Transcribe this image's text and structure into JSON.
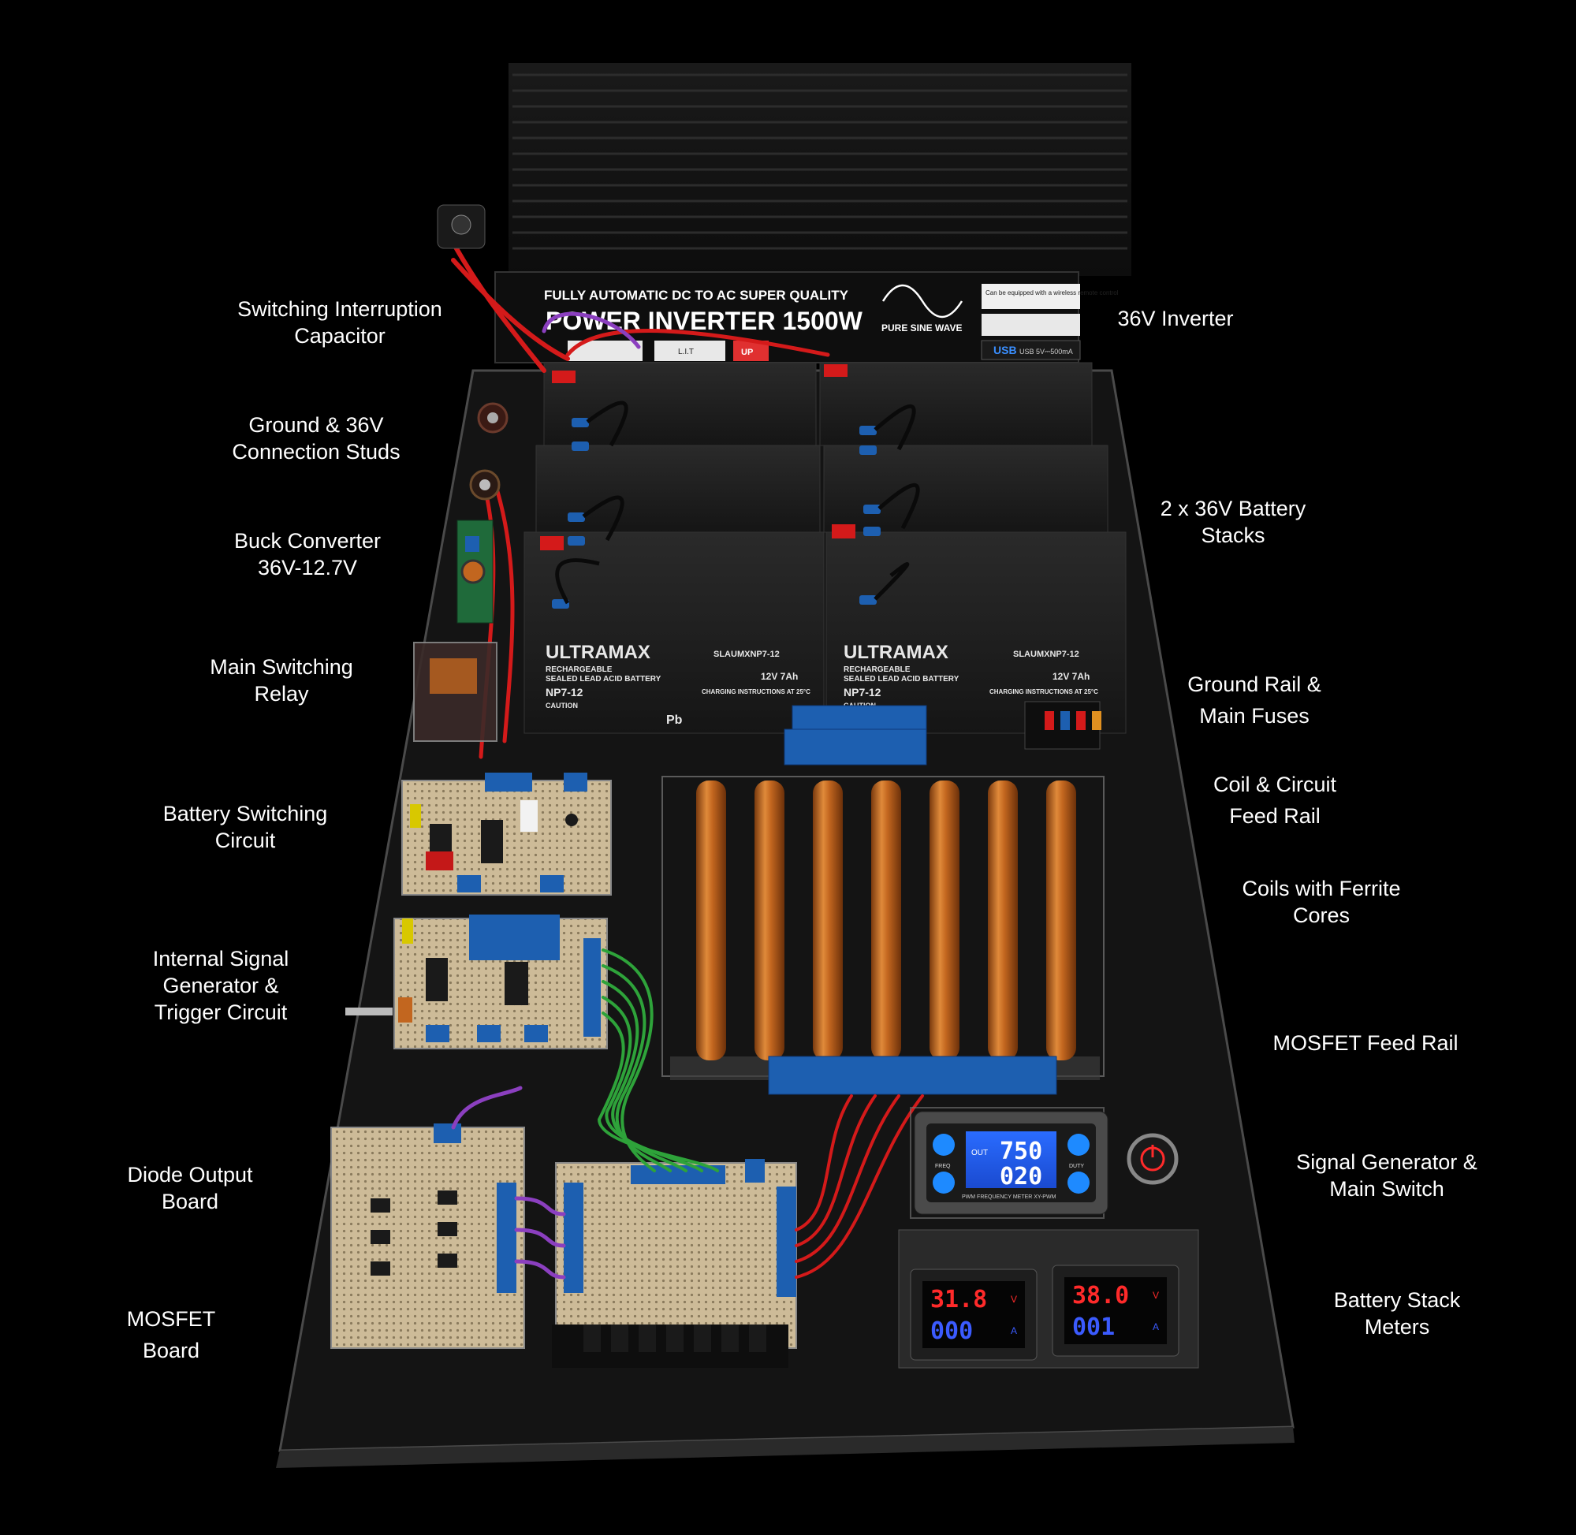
{
  "colors": {
    "background": "#000000",
    "label_text": "#ffffff",
    "copper": "#c2661f",
    "terminal_blue": "#1d5fb0",
    "wire_red": "#d41a1a",
    "wire_green": "#2ea33a",
    "wire_purple": "#8b3fbf",
    "perfboard": "#cdbb98",
    "led_red": "#ff2a2a",
    "led_blue": "#3b5bff"
  },
  "labels": {
    "left": [
      {
        "lines": [
          "Switching Interruption",
          "Capacitor"
        ]
      },
      {
        "lines": [
          "Ground & 36V",
          "Connection Studs"
        ]
      },
      {
        "lines": [
          "Buck Converter",
          "36V-12.7V"
        ]
      },
      {
        "lines": [
          "Main Switching",
          "Relay"
        ]
      },
      {
        "lines": [
          "Battery Switching",
          "Circuit"
        ]
      },
      {
        "lines": [
          "Internal Signal",
          "Generator &",
          "Trigger Circuit"
        ]
      },
      {
        "lines": [
          "Diode Output",
          "Board"
        ]
      },
      {
        "lines": [
          "MOSFET",
          "Board"
        ]
      }
    ],
    "right": [
      {
        "lines": [
          "36V Inverter"
        ]
      },
      {
        "lines": [
          "2 x 36V Battery",
          "Stacks"
        ]
      },
      {
        "lines": [
          "Ground Rail &",
          "Main Fuses"
        ]
      },
      {
        "lines": [
          "Coil & Circuit",
          "Feed Rail"
        ]
      },
      {
        "lines": [
          "Coils with Ferrite",
          "Cores"
        ]
      },
      {
        "lines": [
          "MOSFET Feed Rail"
        ]
      },
      {
        "lines": [
          "Signal Generator &",
          "Main Switch"
        ]
      },
      {
        "lines": [
          "Battery Stack",
          "Meters"
        ]
      }
    ]
  },
  "inverter": {
    "header": "FULLY AUTOMATIC DC TO AC SUPER QUALITY",
    "title": "POWER INVERTER 1500W",
    "wave": "PURE SINE WAVE",
    "remote_note": "Can be equipped with a wireless remote control",
    "usb_badge": "USB",
    "usb_spec": "USB 5V⎓500mA",
    "lit_badge": "L.I.T",
    "up_badge": "UP"
  },
  "batteries": {
    "brand": "ULTRAMAX",
    "model_code": "SLAUMXNP7-12",
    "desc_line1": "RECHARGEABLE",
    "desc_line2": "SEALED LEAD ACID BATTERY",
    "model": "NP7-12",
    "rating": "12V 7Ah",
    "caution": "CAUTION",
    "charging": "CHARGING INSTRUCTIONS AT 25°C",
    "pb": "Pb"
  },
  "signal_generator": {
    "freq_label": "FREQ",
    "duty_label": "DUTY",
    "out_label": "OUT",
    "display_top": "750",
    "display_bottom": "020",
    "caption": "PWM FREQUENCY METER XY-PWM"
  },
  "meters": [
    {
      "volts": "31.8",
      "volts_unit": "V",
      "amps": "000",
      "amps_unit": "A"
    },
    {
      "volts": "38.0",
      "volts_unit": "V",
      "amps": "001",
      "amps_unit": "A"
    }
  ]
}
